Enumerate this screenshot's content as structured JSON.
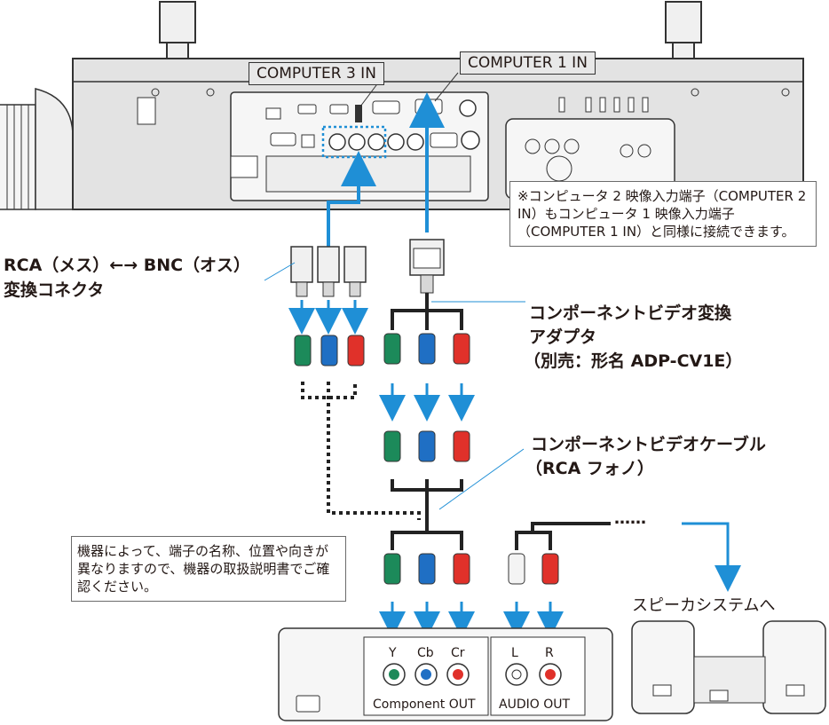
{
  "labels": {
    "computer3": "COMPUTER 3 IN",
    "computer1": "COMPUTER 1 IN",
    "note_computer2": "※コンピュータ 2 映像入力端子（COMPUTER 2 IN）もコンピュータ 1 映像入力端子（COMPUTER 1 IN）と同様に接続できます。",
    "rca_bnc_line1": "RCA（メス）←→ BNC（オス）",
    "rca_bnc_line2": "変換コネクタ",
    "adapter_line1": "コンポーネントビデオ変換",
    "adapter_line2": "アダプタ",
    "adapter_line3": "（別売：形名 ADP-CV1E）",
    "cable_line1": "コンポーネントビデオケーブル",
    "cable_line2": "（RCA フォノ）",
    "device_note": "機器によって、端子の名称、位置や向きが異なりますので、機器の取扱説明書でご確認ください。",
    "speaker": "スピーカシステムへ",
    "port_y": "Y",
    "port_cb": "Cb",
    "port_cr": "Cr",
    "port_l": "L",
    "port_r": "R",
    "component_out": "Component OUT",
    "audio_out": "AUDIO OUT",
    "dots": "……"
  },
  "colors": {
    "arrow_blue": "#1f8fd6",
    "plug_green": "#1c8a5a",
    "plug_blue": "#1f6fc4",
    "plug_red": "#e0312a",
    "plug_white": "#f4f4f4",
    "panel_gray": "#e3e3e3",
    "dotted_highlight": "#1f8fd6"
  },
  "icons": [
    "projector-back-panel",
    "bnc-adapter-icon",
    "vga-connector-icon",
    "rca-plug-icon",
    "dvd-player-icon",
    "speaker-icon"
  ]
}
